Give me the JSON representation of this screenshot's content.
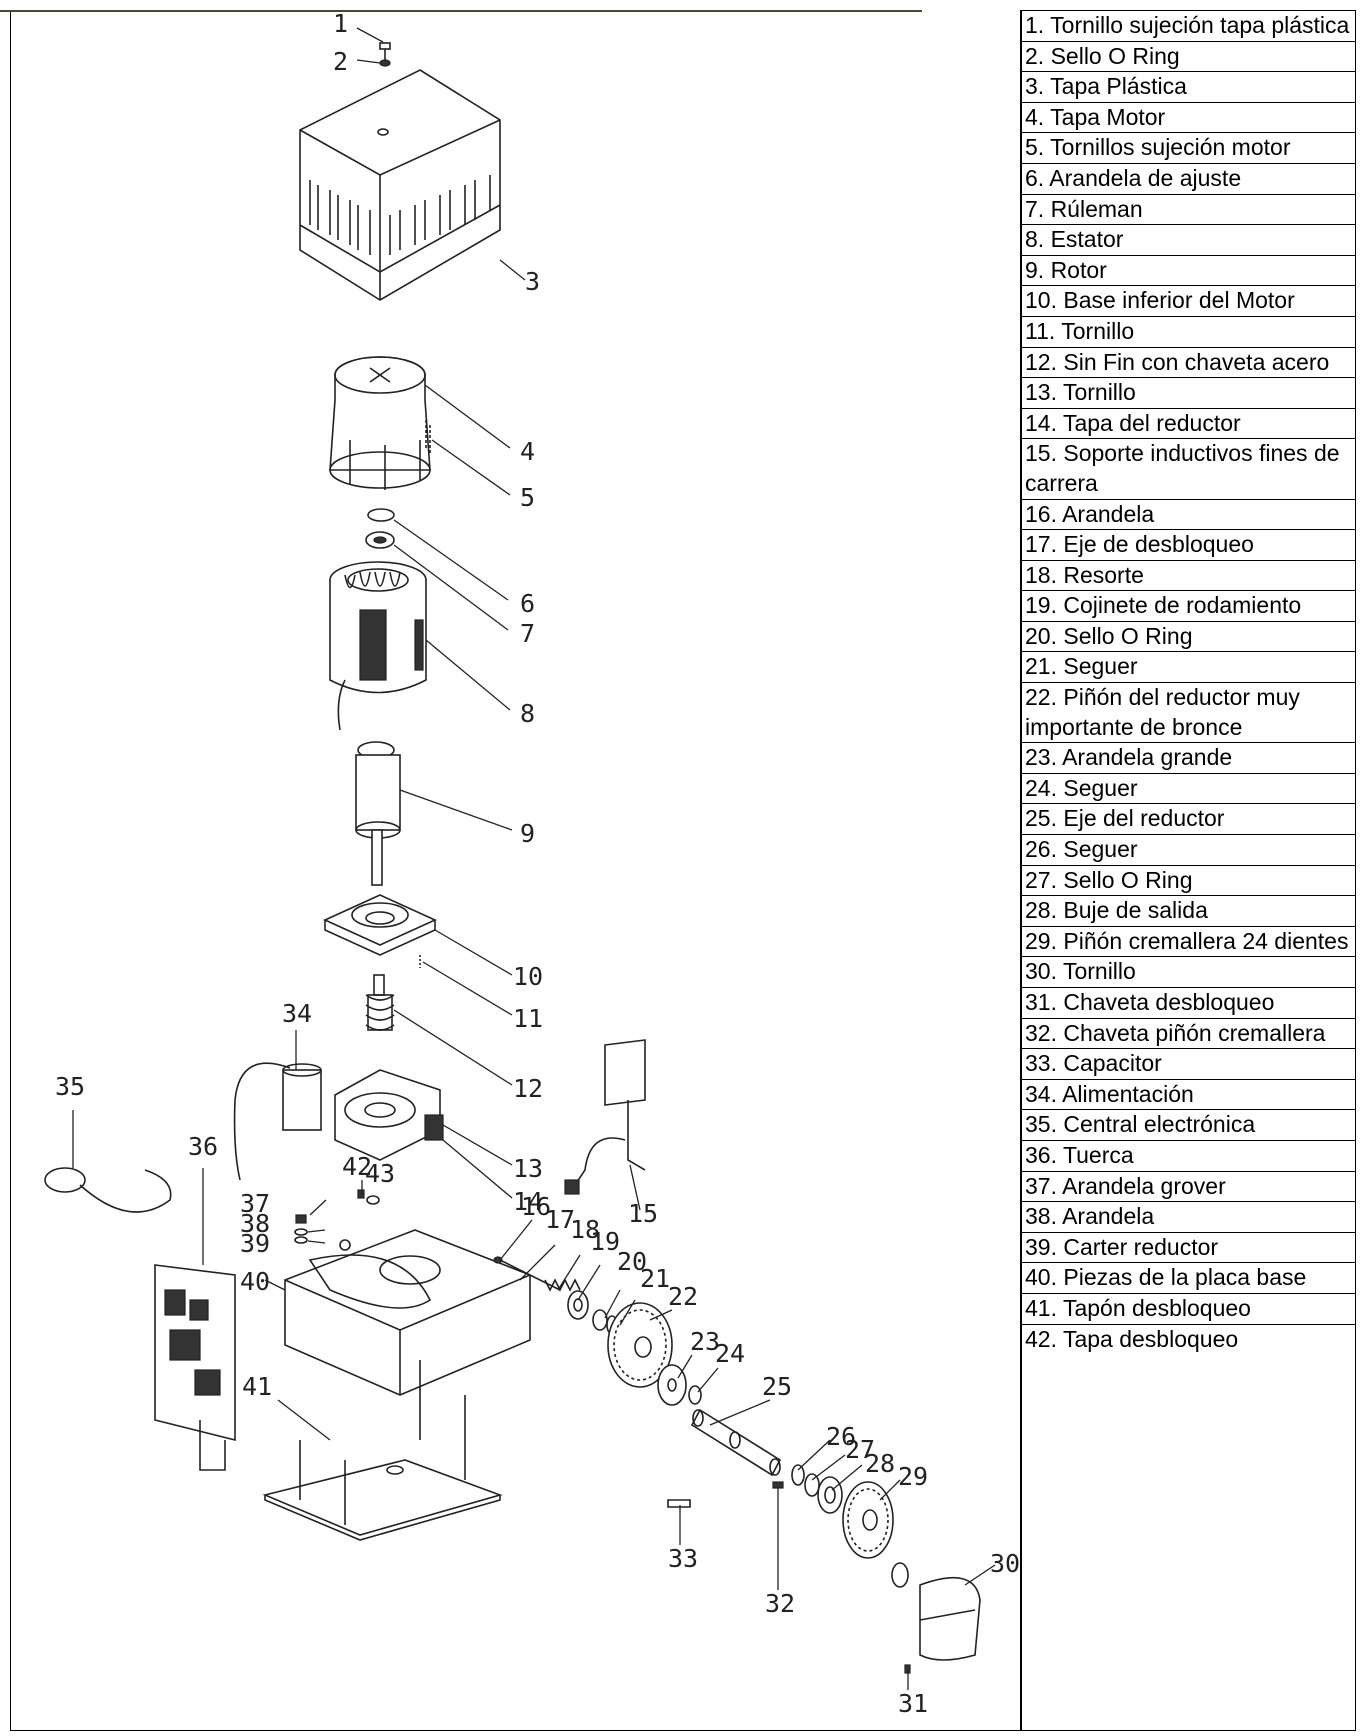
{
  "diagram": {
    "callouts": [
      "1",
      "2",
      "3",
      "4",
      "5",
      "6",
      "7",
      "8",
      "9",
      "10",
      "11",
      "12",
      "13",
      "14",
      "15",
      "16",
      "17",
      "18",
      "19",
      "20",
      "21",
      "22",
      "23",
      "24",
      "25",
      "26",
      "27",
      "28",
      "29",
      "30",
      "31",
      "32",
      "33",
      "34",
      "35",
      "36",
      "37",
      "38",
      "39",
      "40",
      "41",
      "42",
      "43"
    ]
  },
  "parts": [
    "1. Tornillo sujeción tapa plástica",
    "2. Sello O Ring",
    "3. Tapa Plástica",
    "4. Tapa Motor",
    "5. Tornillos sujeción motor",
    "6. Arandela de ajuste",
    "7. Rúleman",
    "8. Estator",
    "9. Rotor",
    "10. Base inferior del Motor",
    "11. Tornillo",
    "12. Sin Fin con chaveta acero",
    "13. Tornillo",
    "14. Tapa del reductor",
    "15. Soporte inductivos fines de carrera",
    "16. Arandela",
    "17. Eje de desbloqueo",
    "18. Resorte",
    "19. Cojinete de rodamiento",
    "20. Sello O Ring",
    "21. Seguer",
    "22. Piñón del reductor muy importante de bronce",
    "23. Arandela grande",
    "24. Seguer",
    "25. Eje del reductor",
    "26. Seguer",
    "27. Sello O Ring",
    "28. Buje de salida",
    "29. Piñón cremallera 24 dientes",
    "30. Tornillo",
    "31. Chaveta desbloqueo",
    "32. Chaveta piñón cremallera",
    "33. Capacitor",
    "34. Alimentación",
    "35. Central electrónica",
    "36. Tuerca",
    "37. Arandela grover",
    "38. Arandela",
    "39. Carter reductor",
    "40. Piezas de la placa base",
    "41. Tapón desbloqueo",
    "42. Tapa desbloqueo"
  ]
}
